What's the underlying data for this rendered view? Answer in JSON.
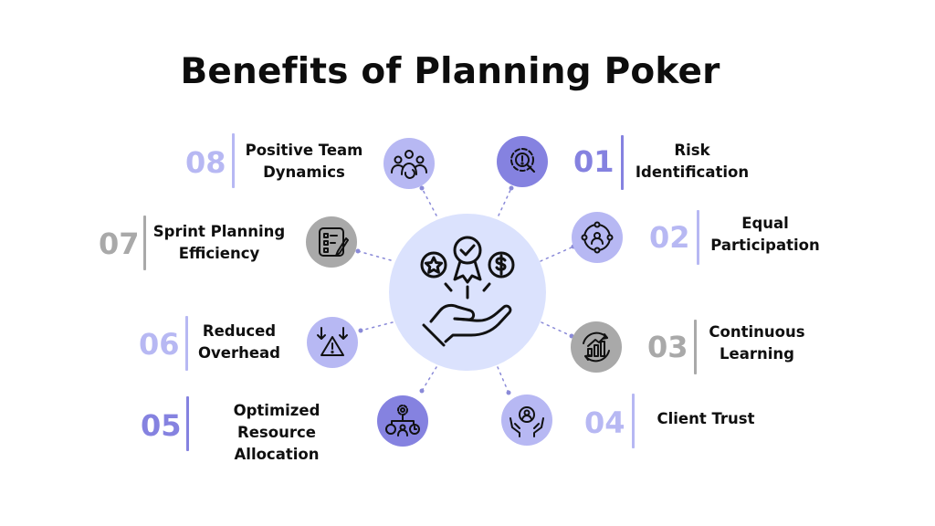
{
  "title": "Benefits of Planning Poker",
  "colors": {
    "lavender": "#b7b8f3",
    "violet": "#8582e0",
    "gray": "#a9a9a9",
    "hub": "#dbe2fd",
    "connector": "#8a8ad8"
  },
  "hub": {
    "icon": "reward-hand-icon"
  },
  "benefits": [
    {
      "number": "01",
      "lines": [
        "Risk",
        "Identification"
      ],
      "icon": "risk-search-icon",
      "tone": "violet"
    },
    {
      "number": "02",
      "lines": [
        "Equal",
        "Participation"
      ],
      "icon": "network-people-icon",
      "tone": "lavender"
    },
    {
      "number": "03",
      "lines": [
        "Continuous",
        "Learning"
      ],
      "icon": "growth-cycle-icon",
      "tone": "gray"
    },
    {
      "number": "04",
      "lines": [
        "Client Trust"
      ],
      "icon": "care-hands-icon",
      "tone": "lavender"
    },
    {
      "number": "05",
      "lines": [
        "Optimized",
        "Resource Allocation"
      ],
      "icon": "resource-allocation-icon",
      "tone": "violet"
    },
    {
      "number": "06",
      "lines": [
        "Reduced",
        "Overhead"
      ],
      "icon": "warning-reduce-icon",
      "tone": "lavender"
    },
    {
      "number": "07",
      "lines": [
        "Sprint Planning",
        "Efficiency"
      ],
      "icon": "checklist-icon",
      "tone": "gray"
    },
    {
      "number": "08",
      "lines": [
        "Positive Team",
        "Dynamics"
      ],
      "icon": "team-icon",
      "tone": "lavender"
    }
  ]
}
